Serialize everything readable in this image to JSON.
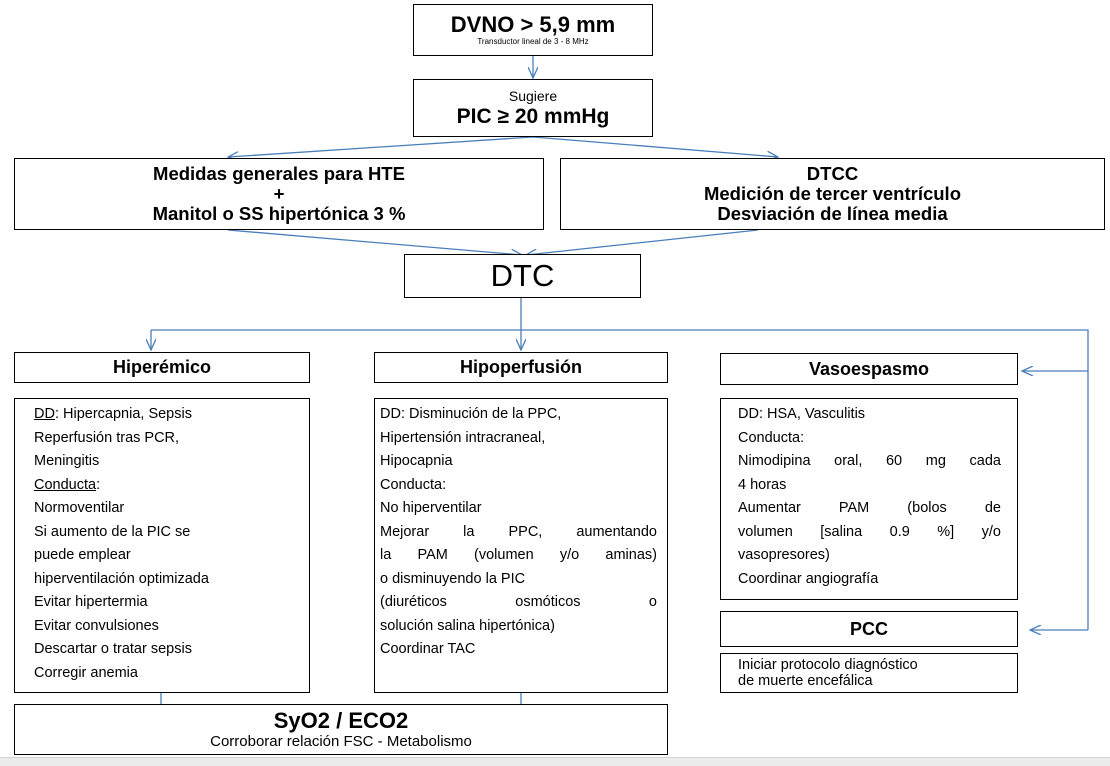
{
  "top": {
    "title": "DVNO > 5,9 mm",
    "subtitle": "Transductor lineal de 3 - 8 MHz"
  },
  "suggest": {
    "line1": "Sugiere",
    "line2": "PIC ≥ 20 mmHg"
  },
  "left_measures": {
    "line1": "Medidas generales para HTE",
    "line2": "+",
    "line3": "Manitol o SS hipertónica 3 %"
  },
  "dtcc": {
    "line1": "DTCC",
    "line2": "Medición de tercer ventrículo",
    "line3": "Desviación de línea media"
  },
  "dtc": {
    "label": "DTC"
  },
  "hiperemico": {
    "header": "Hiperémico",
    "dd_label": "DD",
    "dd_text": ": Hipercapnia, Sepsis",
    "lines_a": [
      "Reperfusión tras PCR,",
      "Meningitis"
    ],
    "conducta_label": "Conducta",
    "conducta_colon": ":",
    "lines_b": [
      "Normoventilar",
      "Si aumento de la PIC se",
      "puede emplear",
      "hiperventilación optimizada",
      "Evitar hipertermia",
      "Evitar convulsiones",
      "Descartar o tratar sepsis",
      "Corregir anemia"
    ]
  },
  "hipoperfusion": {
    "header": "Hipoperfusión",
    "lines_a": [
      "DD: Disminución de la PPC,",
      "Hipertensión intracraneal,",
      "Hipocapnia",
      "Conducta:",
      "No hiperventilar"
    ],
    "just1": [
      "Mejorar",
      "la",
      "PPC,",
      "aumentando"
    ],
    "just2": [
      "la",
      "PAM",
      "(volumen",
      "y/o",
      "aminas)"
    ],
    "line_c": "o disminuyendo la PIC",
    "just3": [
      "(diuréticos",
      "osmóticos",
      "o"
    ],
    "lines_d": [
      "solución salina hipertónica)",
      "Coordinar TAC"
    ]
  },
  "vasoespasmo": {
    "header": "Vasoespasmo",
    "lines_a": [
      "DD: HSA, Vasculitis",
      "Conducta:"
    ],
    "just1": [
      "Nimodipina",
      "oral,",
      "60",
      "mg",
      "cada"
    ],
    "line_b": "4 horas",
    "just2": [
      "Aumentar",
      "PAM",
      "(bolos",
      "de"
    ],
    "just3": [
      "volumen",
      "[salina",
      "0.9",
      "%]",
      "y/o"
    ],
    "lines_c": [
      "vasopresores)",
      "Coordinar angiografía"
    ]
  },
  "pcc": {
    "header": "PCC",
    "line1": "Iniciar protocolo diagnóstico",
    "line2": "de muerte encefálica"
  },
  "syo2": {
    "title": "SyO2 / ECO2",
    "subtitle": "Corroborar relación FSC - Metabolismo"
  },
  "colors": {
    "arrow": "#4a7ebb",
    "border": "#000000"
  }
}
